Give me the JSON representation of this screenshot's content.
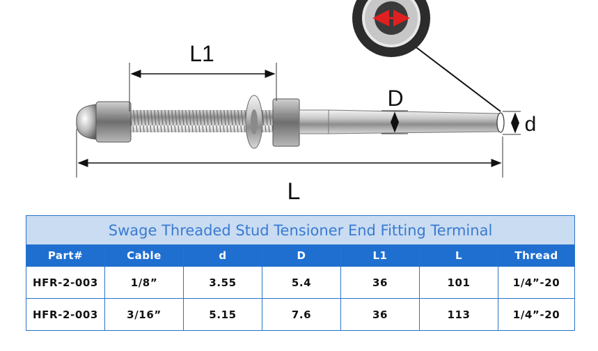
{
  "figure": {
    "labels": {
      "l1": "L1",
      "big_d": "D",
      "small_d": "d",
      "l": "L"
    }
  },
  "table": {
    "title": "Swage Threaded Stud Tensioner End Fitting Terminal",
    "headers": [
      "Part#",
      "Cable",
      "d",
      "D",
      "L1",
      "L",
      "Thread"
    ],
    "rows": [
      [
        "HFR-2-003",
        "1/8”",
        "3.55",
        "5.4",
        "36",
        "101",
        "1/4”-20"
      ],
      [
        "HFR-2-003",
        "3/16”",
        "5.15",
        "7.6",
        "36",
        "113",
        "1/4”-20"
      ]
    ]
  }
}
